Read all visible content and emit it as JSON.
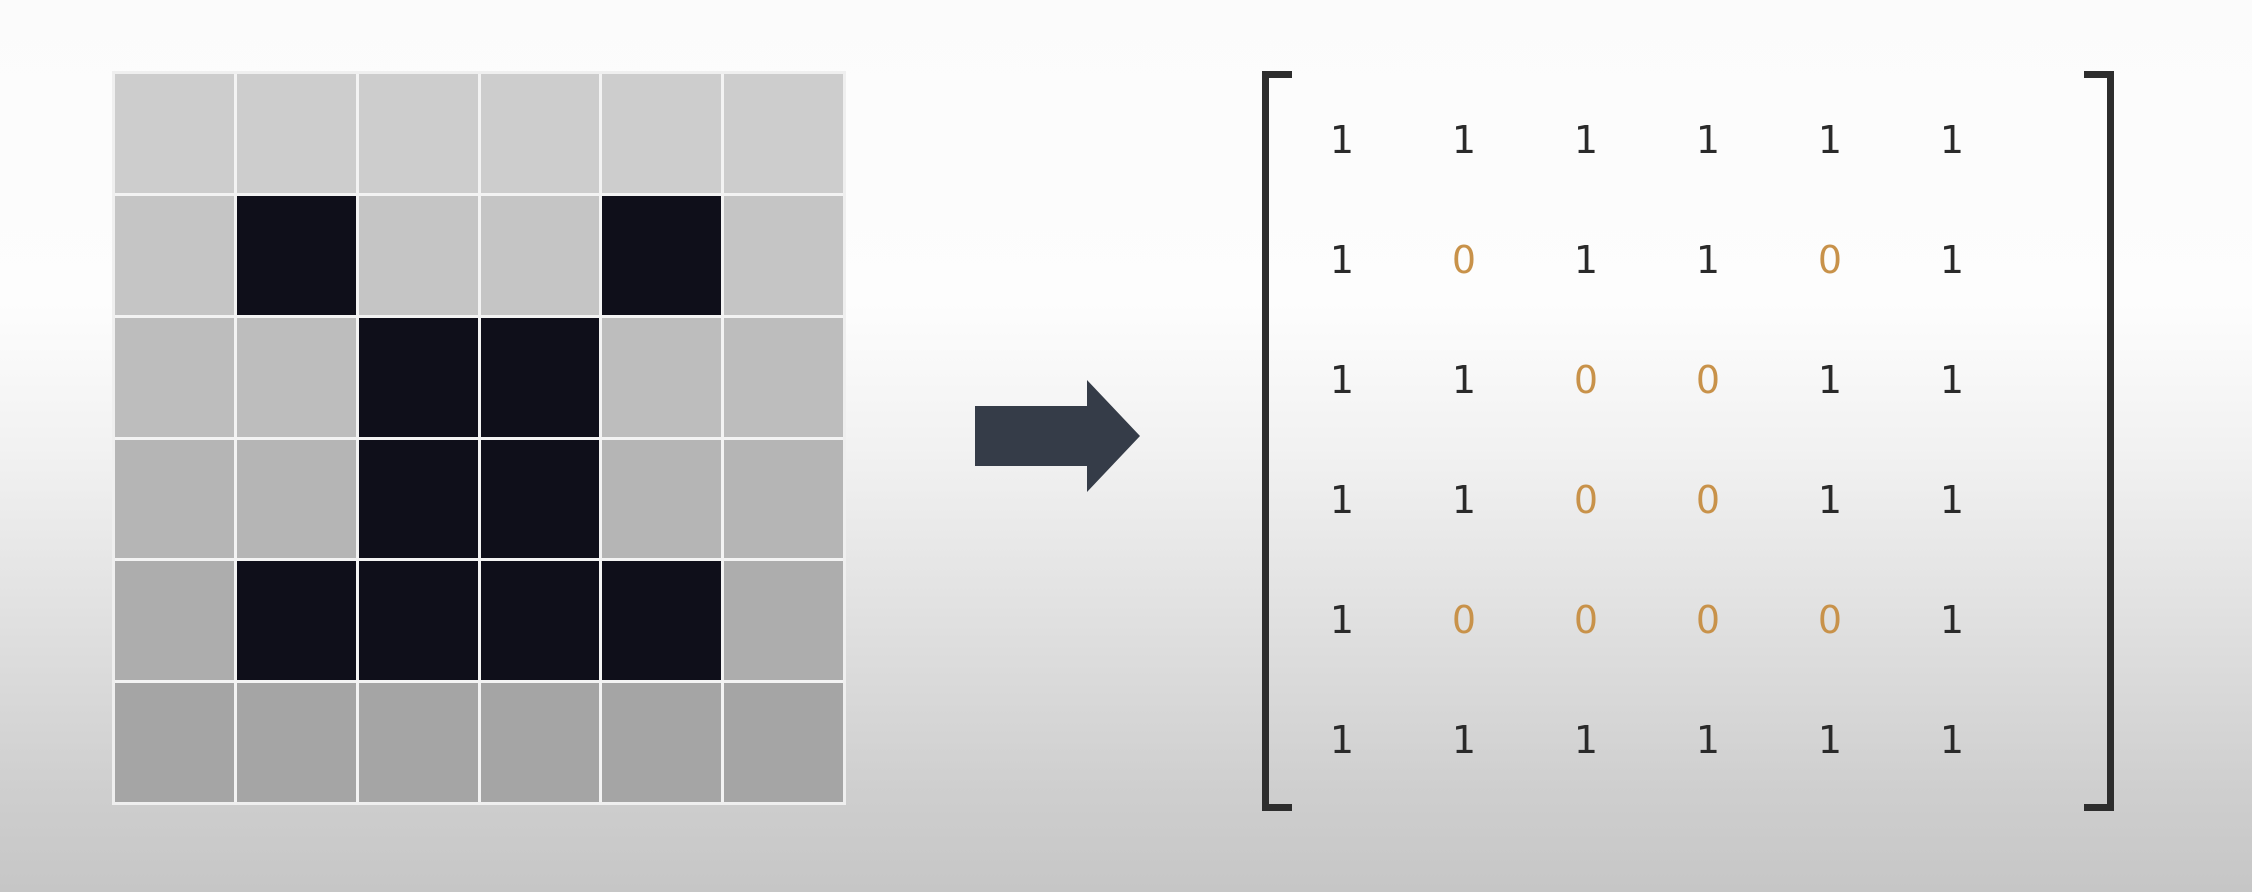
{
  "colors": {
    "dark_pixel": "#0f0f1a",
    "one_value": "#2a2a2a",
    "zero_value": "#c8924a",
    "arrow": "#353c48"
  },
  "pixel_grid": [
    [
      1,
      1,
      1,
      1,
      1,
      1
    ],
    [
      1,
      0,
      1,
      1,
      0,
      1
    ],
    [
      1,
      1,
      0,
      0,
      1,
      1
    ],
    [
      1,
      1,
      0,
      0,
      1,
      1
    ],
    [
      1,
      0,
      0,
      0,
      0,
      1
    ],
    [
      1,
      1,
      1,
      1,
      1,
      1
    ]
  ],
  "matrix": [
    [
      "1",
      "1",
      "1",
      "1",
      "1",
      "1"
    ],
    [
      "1",
      "0",
      "1",
      "1",
      "0",
      "1"
    ],
    [
      "1",
      "1",
      "0",
      "0",
      "1",
      "1"
    ],
    [
      "1",
      "1",
      "0",
      "0",
      "1",
      "1"
    ],
    [
      "1",
      "0",
      "0",
      "0",
      "0",
      "1"
    ],
    [
      "1",
      "1",
      "1",
      "1",
      "1",
      "1"
    ]
  ]
}
